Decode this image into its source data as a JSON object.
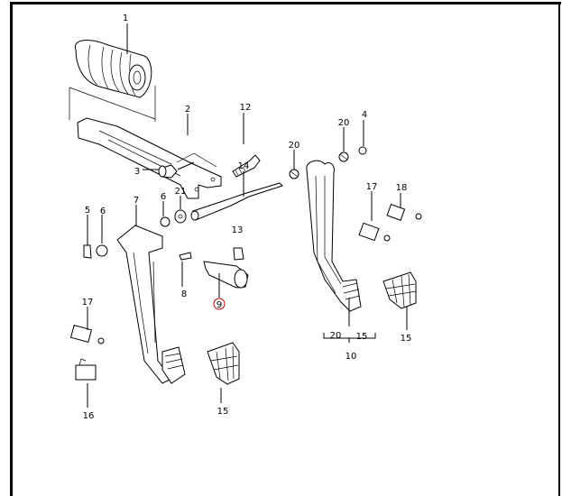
{
  "diagram": {
    "title": "Pedal assembly exploded view",
    "highlight_color": "#cc0000",
    "callouts": [
      {
        "id": "c1",
        "text": "1"
      },
      {
        "id": "c2",
        "text": "2"
      },
      {
        "id": "c12",
        "text": "12"
      },
      {
        "id": "c3",
        "text": "3"
      },
      {
        "id": "c20a",
        "text": "20"
      },
      {
        "id": "c20b",
        "text": "20"
      },
      {
        "id": "c4",
        "text": "4"
      },
      {
        "id": "c14",
        "text": "14"
      },
      {
        "id": "c21",
        "text": "21"
      },
      {
        "id": "c6a",
        "text": "6"
      },
      {
        "id": "c7",
        "text": "7"
      },
      {
        "id": "c5",
        "text": "5"
      },
      {
        "id": "c6b",
        "text": "6"
      },
      {
        "id": "c13",
        "text": "13"
      },
      {
        "id": "c17a",
        "text": "17"
      },
      {
        "id": "c18",
        "text": "18"
      },
      {
        "id": "c8",
        "text": "8"
      },
      {
        "id": "c9",
        "text": "9"
      },
      {
        "id": "c17b",
        "text": "17"
      },
      {
        "id": "c16",
        "text": "16"
      },
      {
        "id": "c15a",
        "text": "15"
      },
      {
        "id": "c20c",
        "text": "20"
      },
      {
        "id": "c15b",
        "text": "15"
      },
      {
        "id": "c10",
        "text": "10"
      },
      {
        "id": "c15c",
        "text": "15"
      }
    ]
  }
}
